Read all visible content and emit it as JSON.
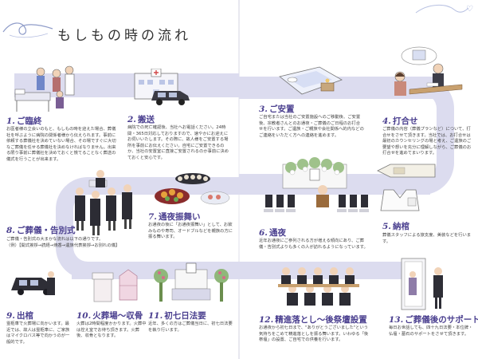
{
  "title": "もしもの時の流れ",
  "steps": [
    {
      "num": "1.",
      "title": "ご臨終",
      "text": "お医者様の立会いのもと、もしもの時を迎えた場合、葬儀社を呼ぶように病院の関係者様から伝えられます。事前に依頼する葬儀社を決めていない場合、その場ですぐに大切なご葬儀を任せる葬儀社を決めなければなりません。出来る限り事前に葬儀社を決めておくと慌てることなく葬送の儀式を行うことが出来ます。"
    },
    {
      "num": "2.",
      "title": "搬送",
      "text": "病院での死亡確認後、当社へお電話ください。24時間・365日対応しておりますので、速やかにお迎えにお伺いいたします。その際に、故人様をご安置する場所を事前にお伝えください。自宅にご安置できるのか、当社の安置室に直接ご安置されるのか事前に決めておくと安心です。"
    },
    {
      "num": "3.",
      "title": "ご安置",
      "text": "ご自宅または当社のご安置施設へのご移動後、ご安置後、宗教者さんとのお通夜・ご葬儀のご日程のお打合せを行います。ご遺族・ご親族や会社関係へ的内などのご連絡をいただく方への連絡を進めます。"
    },
    {
      "num": "4.",
      "title": "打合せ",
      "text": "ご葬儀の内容（葬儀プランなど）について、打合せをさせて頂きます。当社では、お打合せは最初のカウンセリングの場と考え、ご遺族のご要望や想いを充分に理解しながら、ご葬儀のお打合せを進めてまいります。"
    },
    {
      "num": "5.",
      "title": "納棺",
      "text": "葬儀スタッフによる旅支度、美装などを行います。"
    },
    {
      "num": "6.",
      "title": "通夜",
      "text": "近年お通夜にご参列される方が増える傾向にあり、ご葬儀・告別式よりも多くの人が訪れるようになっています。"
    },
    {
      "num": "7.",
      "title": "通夜振舞い",
      "text": "お通夜の後に「お通夜振舞い」として、お飲みものや寿司、オードブルなどを親族の方に振る舞います。"
    },
    {
      "num": "8.",
      "title": "ご葬儀・告別式",
      "text": "ご葬儀・告別式の大まかな流れは以下の通りです。\n（例）【開式挨拶→読経→焼香→遺族代表挨拶→お別れの儀】"
    },
    {
      "num": "9.",
      "title": "出棺",
      "text": "霊柩車で火葬場に向かいます。最近では、故人は霊柩車に、ご家族はマイクロバス等で向かうのが一般的です。"
    },
    {
      "num": "10.",
      "title": "火葬場〜収骨",
      "text": "火葬は2時間程度かかります。火葬中は控え室でお待ち頂きます。火葬後、収骨となります。"
    },
    {
      "num": "11.",
      "title": "初七日法要",
      "text": "近年、多くの方はご葬儀当日に、初七日法要を執り行います。"
    },
    {
      "num": "12.",
      "title": "精進落とし〜後祭壇設置",
      "text": "お通夜から初七日まで、\"ありがとうございました\"という気持ちをこめて精進落としを振る舞います。いわゆる「後祭壇」の設置、ご自宅での供養を行います。"
    },
    {
      "num": "13.",
      "title": "ご葬儀後のサポート",
      "text": "毎日お世話しても、四十九日法要・本位牌・仏壇・墓石のサポートをさせて頂きます。"
    }
  ]
}
